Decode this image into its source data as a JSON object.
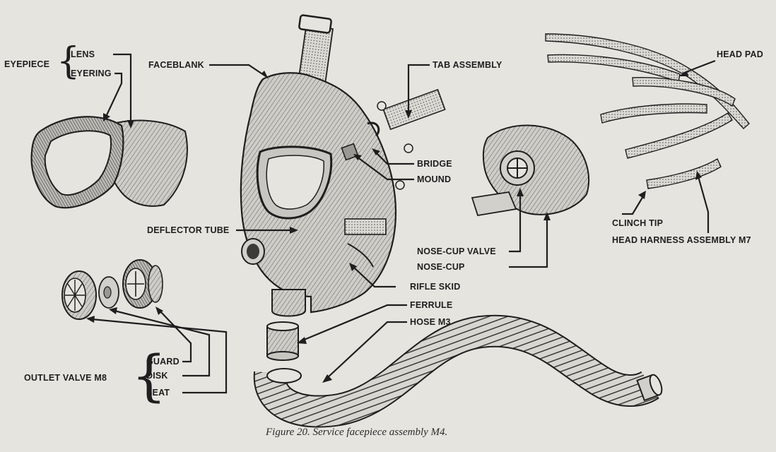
{
  "labels": {
    "eyepiece": "EYEPIECE",
    "lens": "LENS",
    "eyering": "EYERING",
    "faceblank": "FACEBLANK",
    "tab_assembly": "TAB ASSEMBLY",
    "head_pad": "HEAD PAD",
    "bridge": "BRIDGE",
    "mound": "MOUND",
    "deflector_tube": "DEFLECTOR TUBE",
    "nose_cup_valve": "NOSE-CUP VALVE",
    "nose_cup": "NOSE-CUP",
    "clinch_tip": "CLINCH TIP",
    "head_harness": "HEAD HARNESS ASSEMBLY M7",
    "rifle_skid": "RIFLE SKID",
    "ferrule": "FERRULE",
    "hose": "HOSE M3",
    "guard": "GUARD",
    "disk": "DISK",
    "seat": "SEAT",
    "outlet_valve": "OUTLET VALVE M8"
  },
  "caption": "Figure 20.  Service facepiece assembly M4.",
  "colors": {
    "paper": "#e6e4df",
    "ink": "#1e1e1e",
    "part_fill": "#d2d0cb",
    "part_shade": "#a9a7a2"
  }
}
